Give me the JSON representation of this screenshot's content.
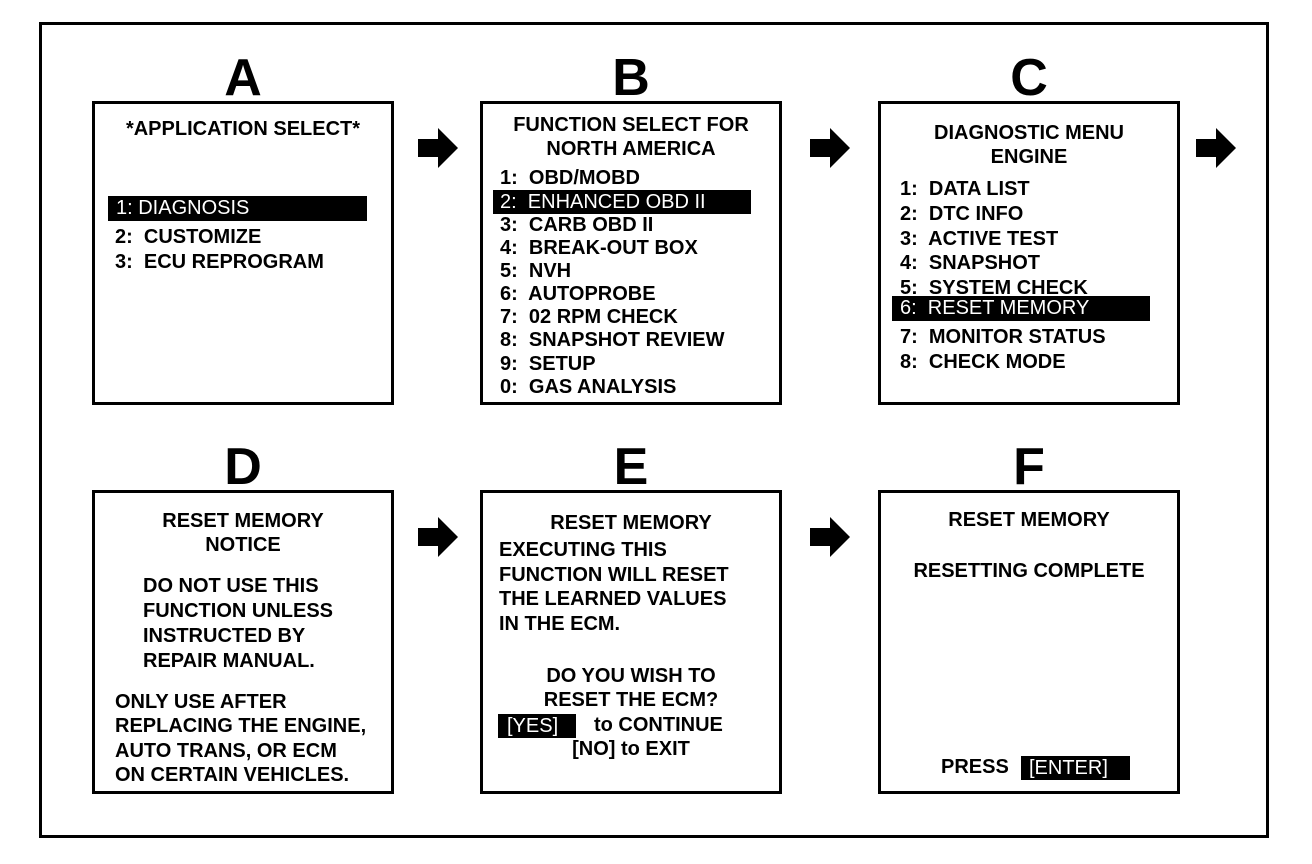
{
  "colors": {
    "foreground": "#000000",
    "background": "#ffffff",
    "highlight": "#000000",
    "highlight_text": "#ffffff"
  },
  "panels": {
    "a": {
      "letter": "A",
      "title": "*APPLICATION SELECT*",
      "items": [
        "1: DIAGNOSIS",
        "2:  CUSTOMIZE",
        "3:  ECU REPROGRAM"
      ],
      "selected": "1: DIAGNOSIS"
    },
    "b": {
      "letter": "B",
      "title": [
        "FUNCTION SELECT FOR",
        "NORTH AMERICA"
      ],
      "items": [
        "1:  OBD/MOBD",
        "2:  ENHANCED OBD II",
        "3:  CARB OBD II",
        "4:  BREAK-OUT BOX",
        "5:  NVH",
        "6:  AUTOPROBE",
        "7:  02 RPM CHECK",
        "8:  SNAPSHOT REVIEW",
        "9:  SETUP",
        "0:  GAS ANALYSIS"
      ],
      "selected": "2:  ENHANCED OBD II"
    },
    "c": {
      "letter": "C",
      "title": [
        "DIAGNOSTIC MENU",
        "ENGINE"
      ],
      "items": [
        "1:  DATA LIST",
        "2:  DTC INFO",
        "3:  ACTIVE TEST",
        "4:  SNAPSHOT",
        "5:  SYSTEM CHECK",
        "6:  RESET MEMORY",
        "7:  MONITOR STATUS",
        "8:  CHECK MODE"
      ],
      "selected": "6:  RESET MEMORY"
    },
    "d": {
      "letter": "D",
      "title": [
        "RESET MEMORY",
        "NOTICE"
      ],
      "warning": [
        "DO NOT USE THIS",
        "FUNCTION UNLESS",
        "INSTRUCTED BY",
        "REPAIR MANUAL."
      ],
      "note": [
        "ONLY USE AFTER",
        "REPLACING THE ENGINE,",
        "AUTO TRANS, OR ECM",
        "ON CERTAIN VEHICLES."
      ]
    },
    "e": {
      "letter": "E",
      "title": "RESET MEMORY",
      "body": [
        "EXECUTING THIS",
        "FUNCTION WILL RESET",
        "THE LEARNED VALUES",
        "IN THE ECM."
      ],
      "question": [
        "DO YOU WISH TO",
        "RESET THE ECM?"
      ],
      "yes_key": "[YES]",
      "yes_text": "to CONTINUE",
      "no_text": "[NO] to EXIT"
    },
    "f": {
      "letter": "F",
      "title": "RESET MEMORY",
      "status": "RESETTING COMPLETE",
      "press": "PRESS",
      "enter_key": "[ENTER]"
    }
  },
  "icons": {
    "flow_arrow": "arrow-right-icon"
  }
}
